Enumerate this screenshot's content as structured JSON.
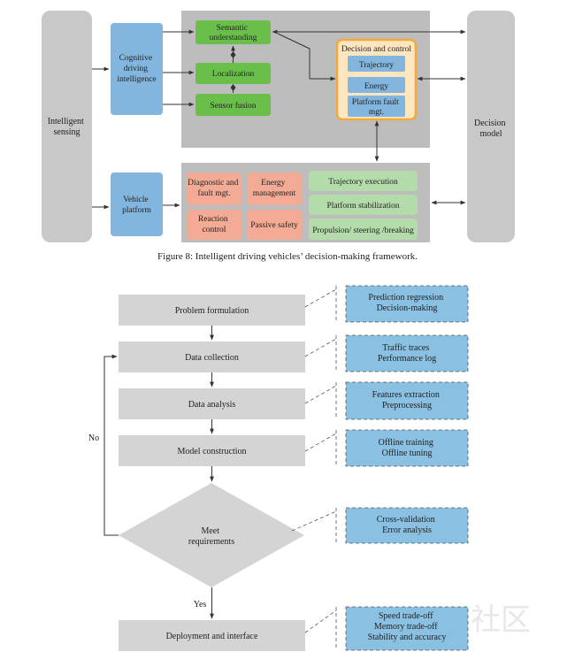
{
  "figure8": {
    "left_block": "Intelligent sensing",
    "right_block": "Decision model",
    "cognitive": [
      "Cognitive",
      "driving",
      "intelligence"
    ],
    "semantic": [
      "Semantic",
      "understanding"
    ],
    "localization": "Localization",
    "sensor_fusion": "Sensor fusion",
    "decision_title": "Decision and control",
    "trajectory": "Trajectory",
    "energy": "Energy",
    "platform_fault": [
      "Platform fault",
      "mgt."
    ],
    "vehicle_platform": [
      "Vehicle",
      "platform"
    ],
    "diagnostic": [
      "Diagnostic and",
      "fault mgt."
    ],
    "energy_management": [
      "Energy",
      "management"
    ],
    "reaction_control": [
      "Reaction",
      "control"
    ],
    "passive_safety": "Passive safety",
    "trajectory_execution": "Trajectory execution",
    "platform_stabilization": "Platform stabilization",
    "propulsion": "Propulsion/ steering /breaking",
    "caption": "Figure 8: Intelligent driving vehicles’ decision-making framework."
  },
  "flow": {
    "steps": [
      "Problem formulation",
      "Data collection",
      "Data analysis",
      "Model construction"
    ],
    "decision": [
      "Meet",
      "requirements"
    ],
    "final_step": "Deployment and interface",
    "no_label": "No",
    "yes_label": "Yes",
    "notes": [
      [
        "Prediction regression",
        "Decision-making"
      ],
      [
        "Traffic traces",
        "Performance log"
      ],
      [
        "Features extraction",
        "Preprocessing"
      ],
      [
        "Offline training",
        "Offline tuning"
      ],
      [
        "Cross-validation",
        "Error analysis"
      ],
      [
        "Speed trade-off",
        "Memory trade-off",
        "Stability and accuracy"
      ]
    ]
  },
  "watermark": "社区",
  "colors": {
    "gray_block": "#c8c8c8",
    "panel_gray": "#bdbdbd",
    "blue": "#82b6de",
    "green": "#6abf4b",
    "light_green": "#b4dcaa",
    "salmon": "#f4ab95",
    "orange_border": "#f2a93b",
    "orange_fill": "#fde6c0",
    "flow_gray": "#d4d4d4",
    "note_blue": "#8ac0e2"
  }
}
